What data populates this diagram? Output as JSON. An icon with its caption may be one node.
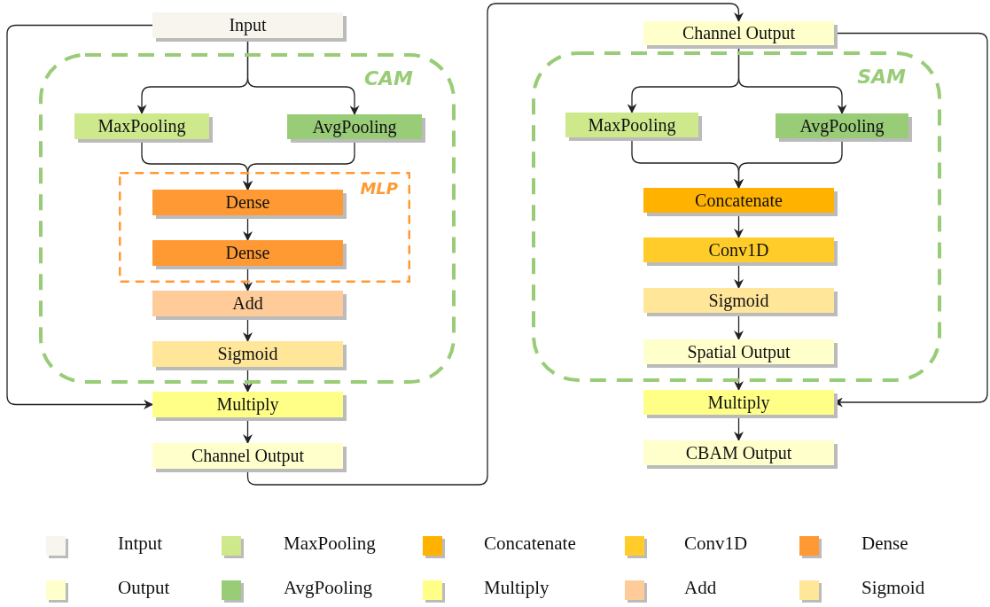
{
  "diagram": {
    "nodes": [
      {
        "text": [
          "Input"
        ]
      },
      {
        "text": [
          "CAM"
        ]
      },
      {
        "text": [
          "MaxPooling"
        ],
        "in": 1
      },
      {
        "text": [
          "AvgPooling"
        ],
        "in": 1
      },
      {
        "text": [
          "MLP"
        ],
        "in": 1
      },
      {
        "text": [
          "Dense"
        ],
        "in": 4
      },
      {
        "text": [
          "Dense"
        ],
        "in": 4
      },
      {
        "text": [
          "Add"
        ],
        "in": 1
      },
      {
        "text": [
          "Sigmoid"
        ],
        "in": 1
      },
      {
        "text": [
          "Multiply"
        ]
      },
      {
        "text": [
          "Channel Output"
        ]
      },
      {
        "text": [
          "Channel Output"
        ]
      },
      {
        "text": [
          "SAM"
        ]
      },
      {
        "text": [
          "MaxPooling"
        ],
        "in": 12
      },
      {
        "text": [
          "AvgPooling"
        ],
        "in": 12
      },
      {
        "text": [
          "Concatenate"
        ],
        "in": 12
      },
      {
        "text": [
          "Conv1D"
        ],
        "in": 12
      },
      {
        "text": [
          "Sigmoid"
        ],
        "in": 12
      },
      {
        "text": [
          "Spatial Output"
        ],
        "in": 12
      },
      {
        "text": [
          "Multiply"
        ]
      },
      {
        "text": [
          "CBAM Output"
        ]
      }
    ],
    "edges": [
      {
        "from": 0,
        "to": 2,
        "arrow": "to"
      },
      {
        "from": 0,
        "to": 3,
        "arrow": "to"
      },
      {
        "from": 2,
        "to": 5,
        "arrow": "to"
      },
      {
        "from": 3,
        "to": 5,
        "arrow": "to"
      },
      {
        "from": 5,
        "to": 6,
        "arrow": "to"
      },
      {
        "from": 6,
        "to": 7,
        "arrow": "to"
      },
      {
        "from": 7,
        "to": 8,
        "arrow": "to"
      },
      {
        "from": 8,
        "to": 9,
        "arrow": "to"
      },
      {
        "from": 0,
        "to": 9,
        "arrow": "to"
      },
      {
        "from": 9,
        "to": 10,
        "arrow": "to"
      },
      {
        "from": 10,
        "to": 11,
        "arrow": "to"
      },
      {
        "from": 11,
        "to": 13,
        "arrow": "to"
      },
      {
        "from": 11,
        "to": 14,
        "arrow": "to"
      },
      {
        "from": 13,
        "to": 15,
        "arrow": "to"
      },
      {
        "from": 14,
        "to": 15,
        "arrow": "to"
      },
      {
        "from": 15,
        "to": 16,
        "arrow": "to"
      },
      {
        "from": 16,
        "to": 17,
        "arrow": "to"
      },
      {
        "from": 17,
        "to": 18,
        "arrow": "to"
      },
      {
        "from": 18,
        "to": 19,
        "arrow": "to"
      },
      {
        "from": 11,
        "to": 19,
        "arrow": "to"
      },
      {
        "from": 19,
        "to": 20,
        "arrow": "to"
      }
    ],
    "legend": [
      {
        "text": "Intput",
        "color": "#f7f5ee"
      },
      {
        "text": "MaxPooling",
        "color": "#cde98c"
      },
      {
        "text": "Concatenate",
        "color": "#ffb300"
      },
      {
        "text": "Conv1D",
        "color": "#ffcc29"
      },
      {
        "text": "Dense",
        "color": "#ff9933"
      },
      {
        "text": "Output",
        "color": "#ffffcc"
      },
      {
        "text": "AvgPooling",
        "color": "#99cc77"
      },
      {
        "text": "Multiply",
        "color": "#ffff88"
      },
      {
        "text": "Add",
        "color": "#ffcc99"
      },
      {
        "text": "Sigmoid",
        "color": "#ffe699"
      }
    ]
  }
}
